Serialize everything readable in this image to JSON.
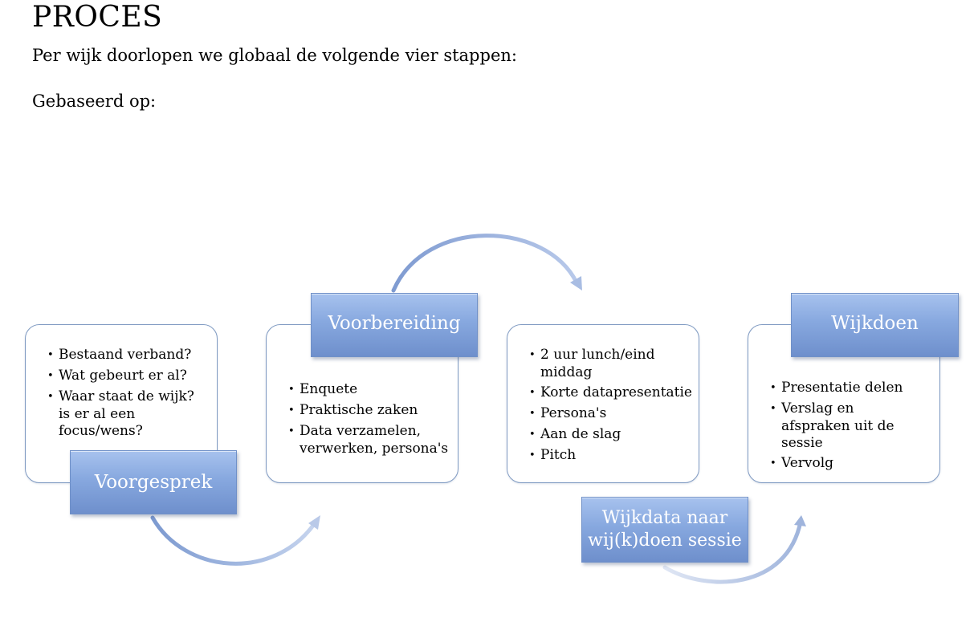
{
  "heading": "PROCES",
  "intro": "Per wijk doorlopen we globaal de volgende vier stappen:",
  "based_on": "Gebaseerd op:",
  "steps": [
    {
      "title": "Voorgesprek",
      "items": [
        "Bestaand verband?",
        "Wat gebeurt er al?",
        "Waar staat de wijk? is er al een focus/wens?"
      ]
    },
    {
      "title": "Voorbereiding",
      "items": [
        "Enquete",
        "Praktische zaken",
        "Data verzamelen, verwerken, persona's"
      ]
    },
    {
      "title": "Wijkdata naar wij(k)doen sessie",
      "items": [
        "2 uur lunch/eind middag",
        "Korte datapresentatie",
        "Persona's",
        "Aan de slag",
        "Pitch"
      ]
    },
    {
      "title": "Wijkdoen",
      "items": [
        "Presentatie delen",
        "Verslag en afspraken uit de sessie",
        "Vervolg"
      ]
    }
  ],
  "colors": {
    "label_fill": "#87a8df",
    "label_border": "#6f90c8",
    "card_border": "#7f9ac2",
    "arrow": "#8aa4d0"
  }
}
